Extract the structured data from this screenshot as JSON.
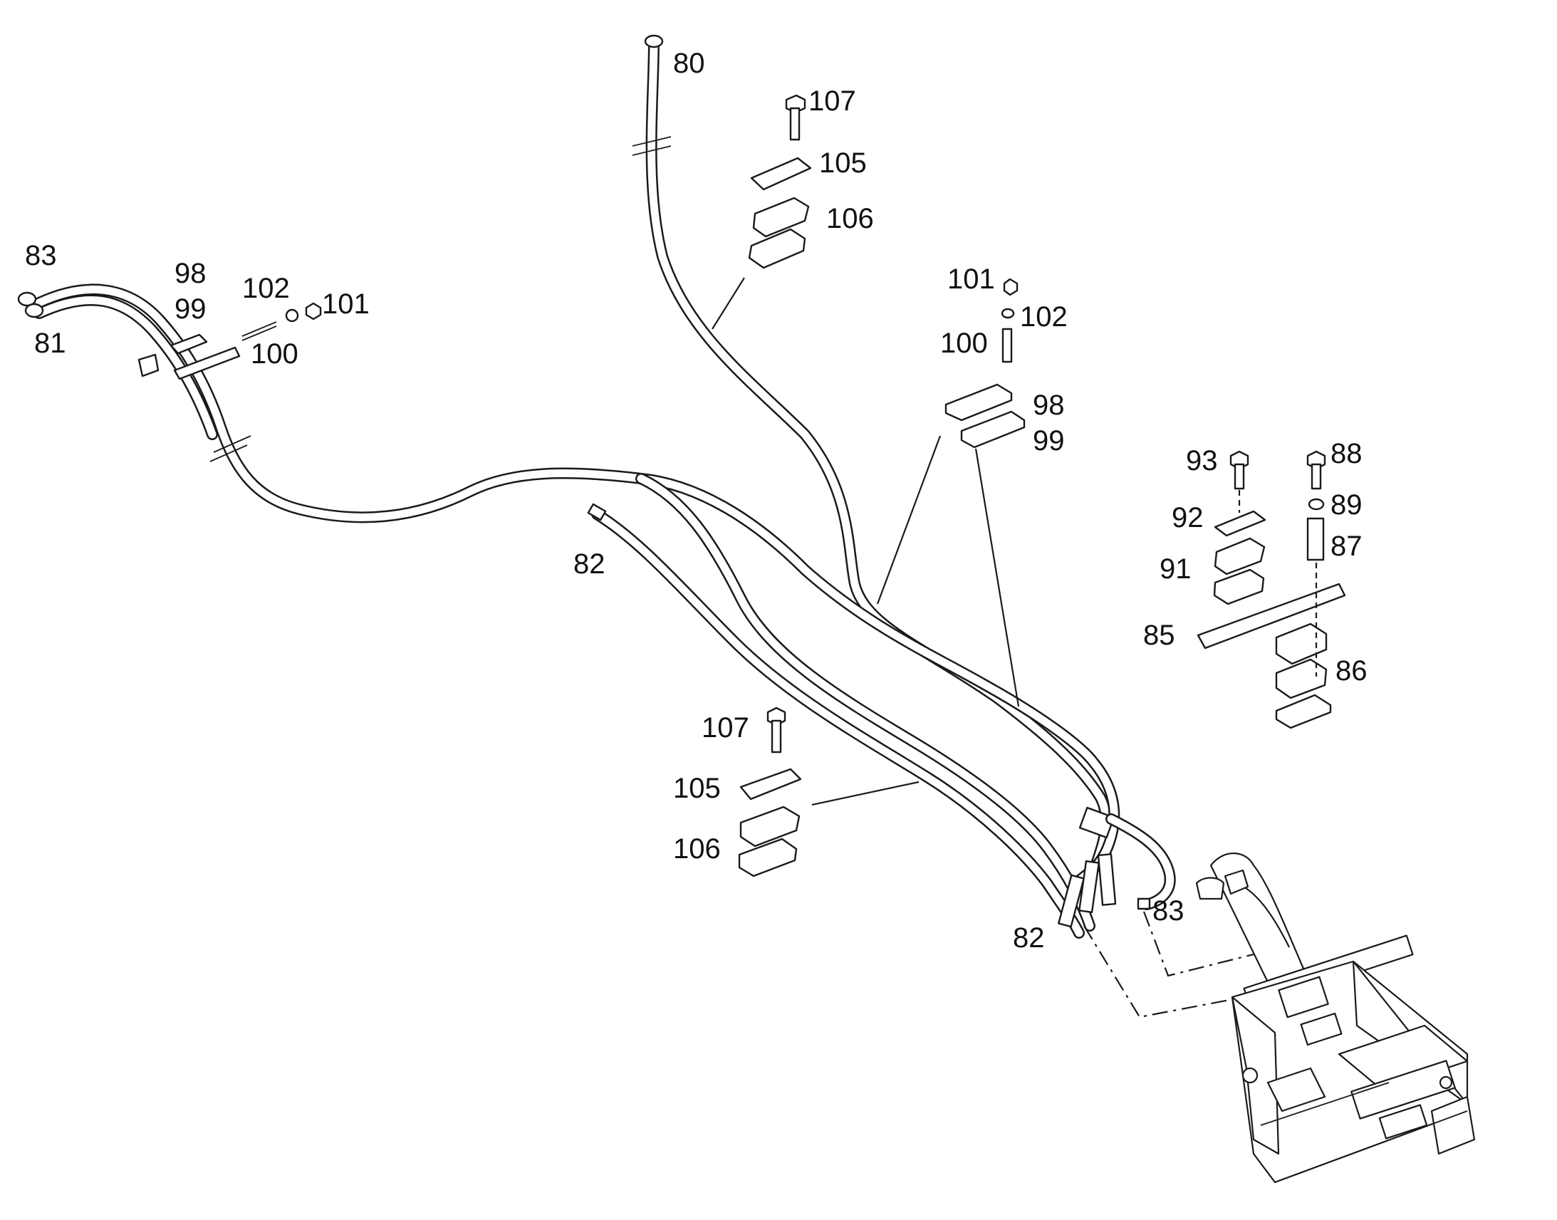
{
  "diagram": {
    "callouts": {
      "c80": "80",
      "c107_top": "107",
      "c105_top": "105",
      "c106_top": "106",
      "c83_left": "83",
      "c81": "81",
      "c98_left": "98",
      "c99_left": "99",
      "c102_left": "102",
      "c101_left": "101",
      "c100_left": "100",
      "c101_mid": "101",
      "c102_mid": "102",
      "c100_mid": "100",
      "c98_mid": "98",
      "c99_mid": "99",
      "c93": "93",
      "c88": "88",
      "c92": "92",
      "c89": "89",
      "c87": "87",
      "c91": "91",
      "c85": "85",
      "c86": "86",
      "c82_top": "82",
      "c107_bottom": "107",
      "c105_bottom": "105",
      "c106_bottom": "106",
      "c83_right": "83",
      "c82_bottom": "82"
    }
  }
}
